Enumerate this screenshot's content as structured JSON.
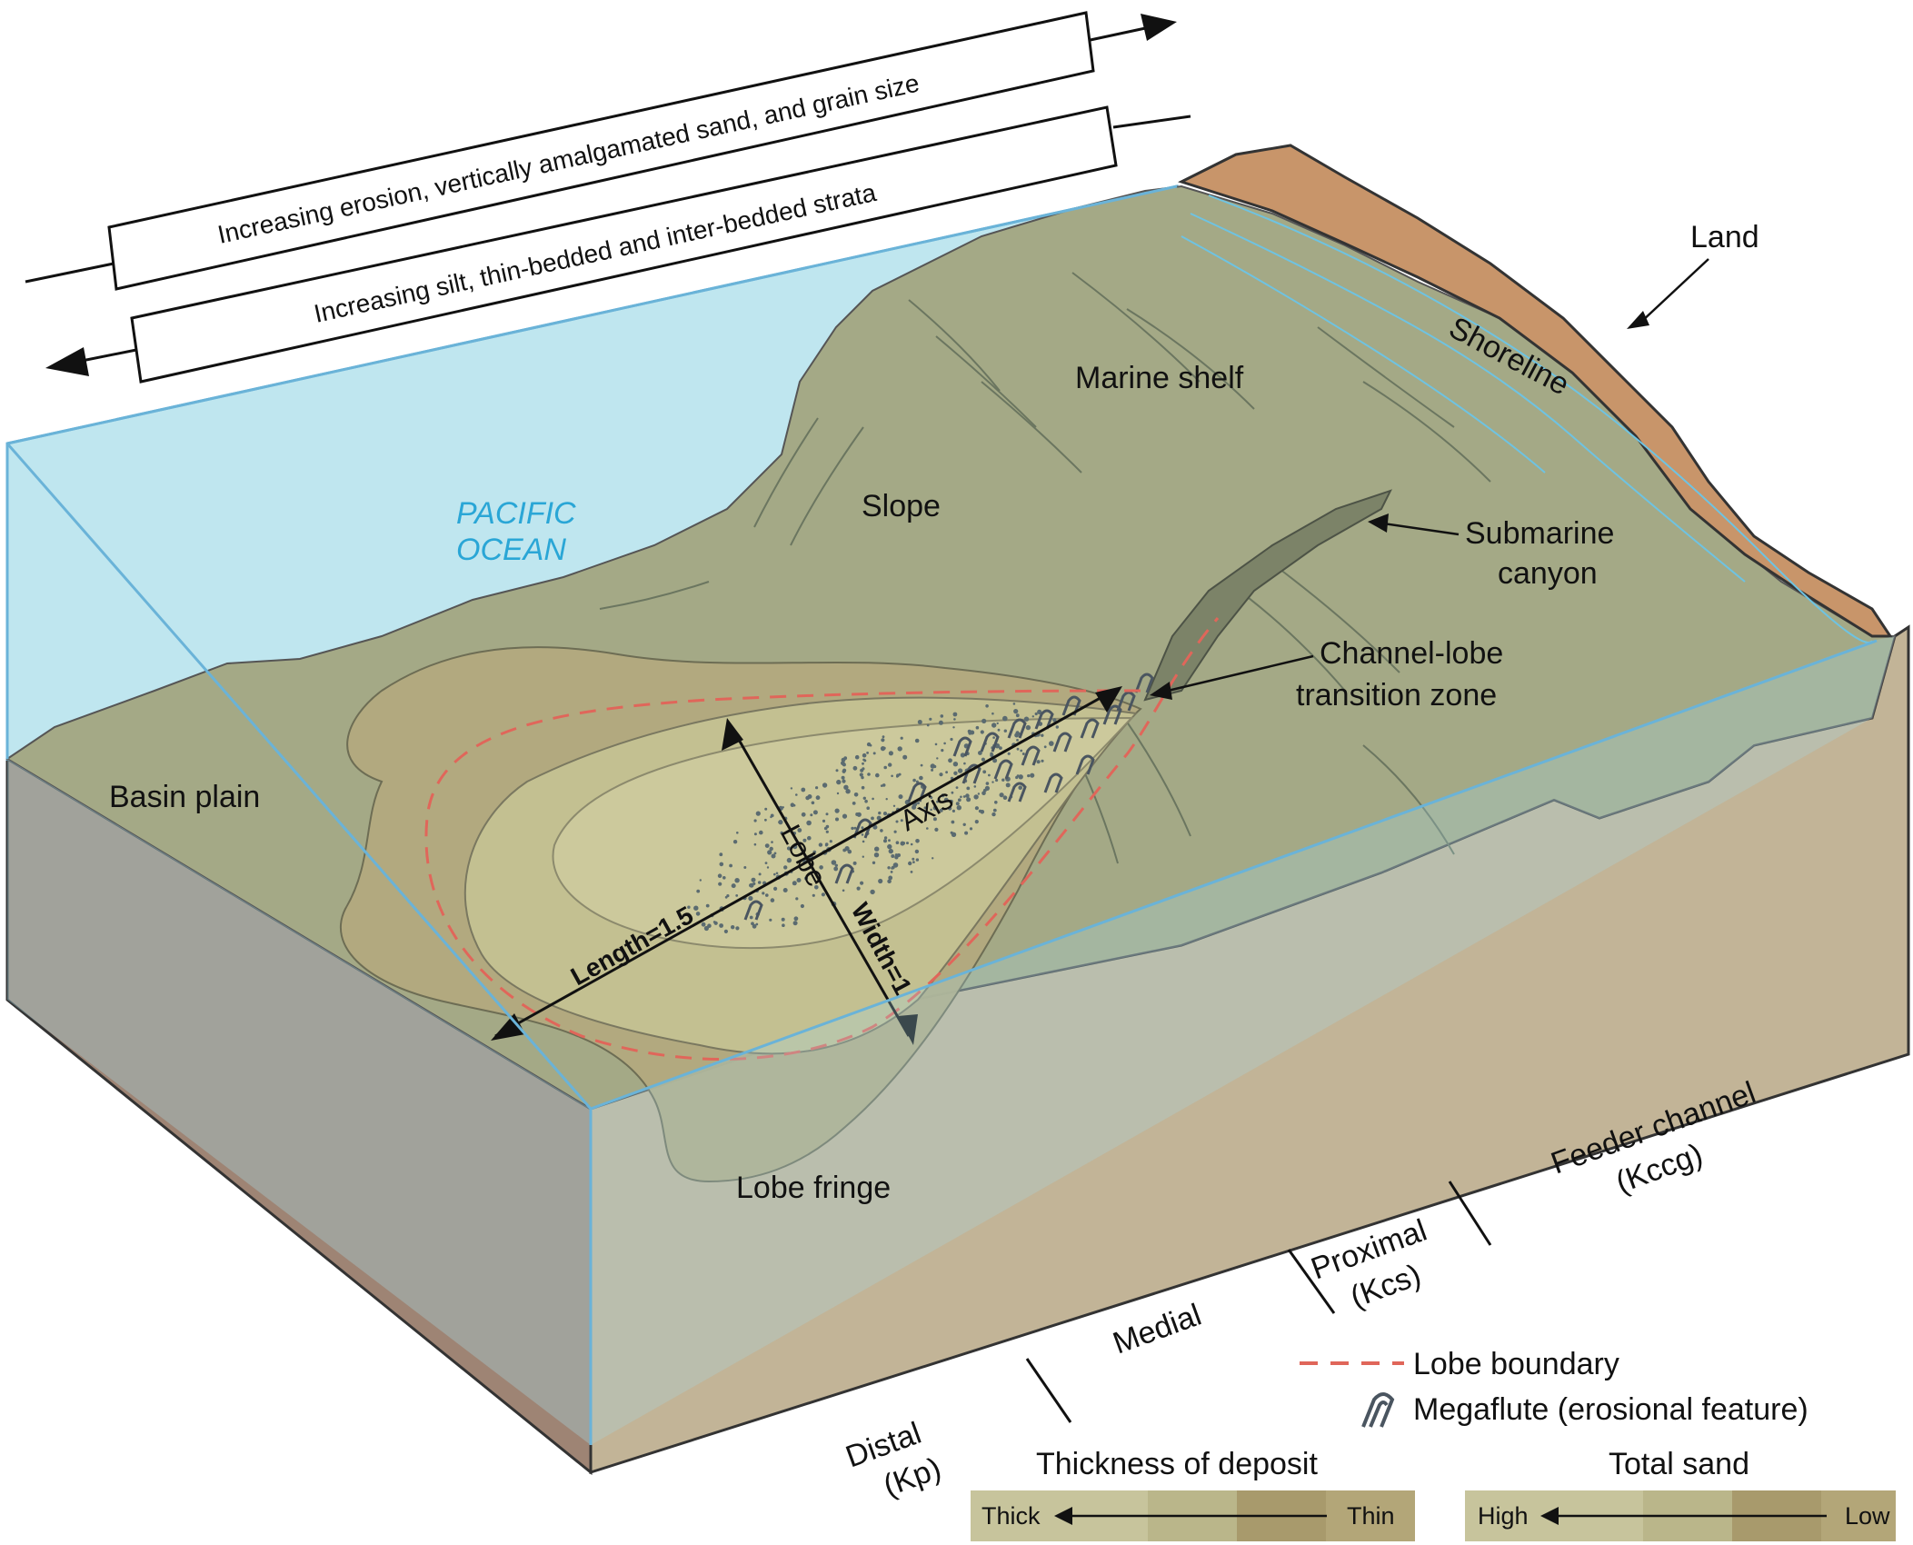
{
  "arrows": {
    "top": "Increasing erosion, vertically amalgamated sand, and grain size",
    "bottom": "Increasing silt, thin-bedded and inter-bedded strata"
  },
  "labels": {
    "ocean": [
      "PACIFIC",
      "OCEAN"
    ],
    "land": "Land",
    "shoreline": "Shoreline",
    "marine_shelf": "Marine shelf",
    "slope": "Slope",
    "submarine_canyon": [
      "Submarine",
      "canyon"
    ],
    "channel_lobe": [
      "Channel-lobe",
      "transition zone"
    ],
    "basin_plain": "Basin plain",
    "lobe_fringe": "Lobe fringe",
    "lobe": "Lobe",
    "axis": "Axis",
    "length": "Length=1.5",
    "width": "Width=1"
  },
  "zones": {
    "distal": [
      "Distal",
      "(Kp)"
    ],
    "medial": "Medial",
    "proximal": [
      "Proximal",
      "(Kcs)"
    ],
    "feeder": [
      "Feeder channel",
      "(Kccg)"
    ]
  },
  "legend": {
    "lobe_boundary": "Lobe boundary",
    "megaflute": "Megaflute (erosional feature)",
    "thickness": {
      "title": "Thickness of deposit",
      "left": "Thick",
      "right": "Thin"
    },
    "sand": {
      "title": "Total sand",
      "left": "High",
      "right": "Low"
    }
  },
  "colors": {
    "ocean": "#bfe6ef",
    "land": "#c8956a",
    "sea_floor": "#a4a986",
    "lobe_boundary": "#e0665a",
    "side_dark": "#9e8474",
    "side_light": "#c2b497"
  }
}
